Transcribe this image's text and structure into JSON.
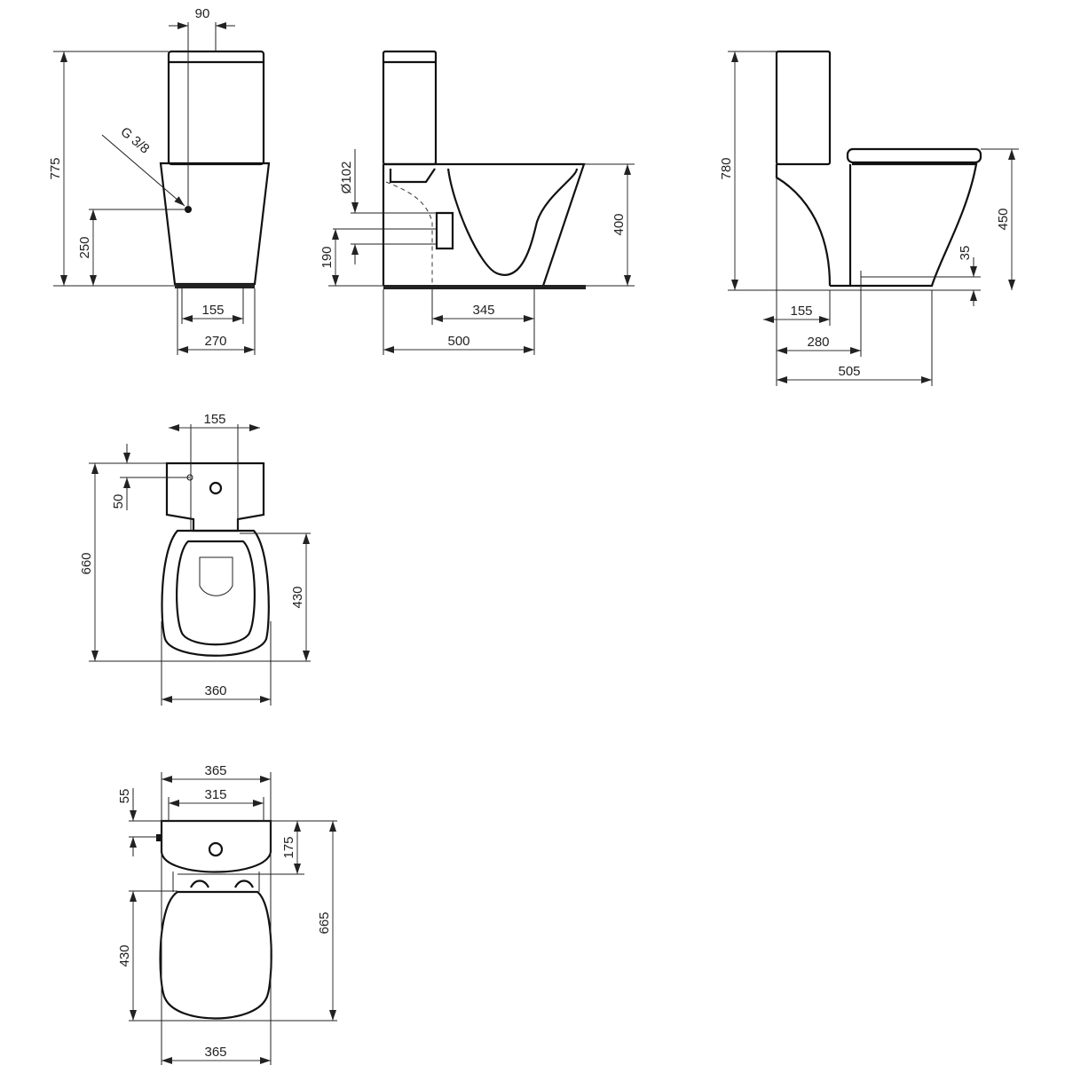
{
  "front_view": {
    "height_total": "775",
    "inlet_height": "250",
    "inlet_offset": "90",
    "thread": "G 3/8",
    "fixing_spacing": "155",
    "base_width": "270"
  },
  "side_view_left": {
    "outlet_diameter": "Ø102",
    "outlet_height": "190",
    "rim_height": "400",
    "outlet_distance": "345",
    "depth": "500"
  },
  "side_view_right": {
    "height_total": "780",
    "seat_height": "450",
    "fixing_height": "35",
    "fixing_from_wall": "155",
    "fixing_depth": "280",
    "depth": "505"
  },
  "top_view_open": {
    "fixing_spacing": "155",
    "inlet_offset": "50",
    "length": "660",
    "bowl_length": "430",
    "width": "360"
  },
  "top_view_closed": {
    "tank_width": "365",
    "tank_inner": "315",
    "inlet_offset": "55",
    "tank_depth": "175",
    "length": "665",
    "seat_length": "430",
    "seat_width": "365"
  }
}
